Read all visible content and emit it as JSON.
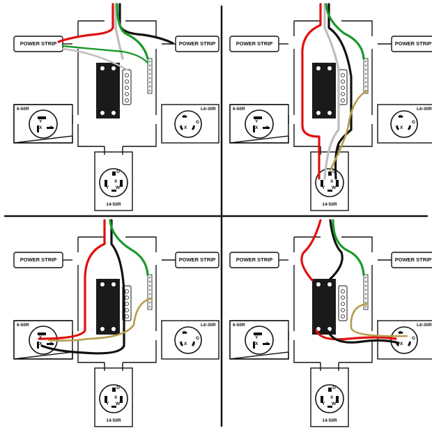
{
  "labels": {
    "power_strip": "POWER STRIP",
    "r650": "6-50R",
    "l630": "L6-30R",
    "r1450": "14-50R",
    "y": "Y",
    "x": "X",
    "g": "G",
    "w": "W"
  },
  "colors": {
    "line": "#111111",
    "hot_red": "#e01010",
    "hot_black": "#111111",
    "neutral_white": "#bdbdbd",
    "ground_green": "#1a9a2a",
    "tan_wire": "#b89a4a",
    "breaker": "#1a1a1a"
  },
  "panels": [
    {
      "id": "top-left"
    },
    {
      "id": "top-right"
    },
    {
      "id": "bottom-left"
    },
    {
      "id": "bottom-right"
    }
  ]
}
